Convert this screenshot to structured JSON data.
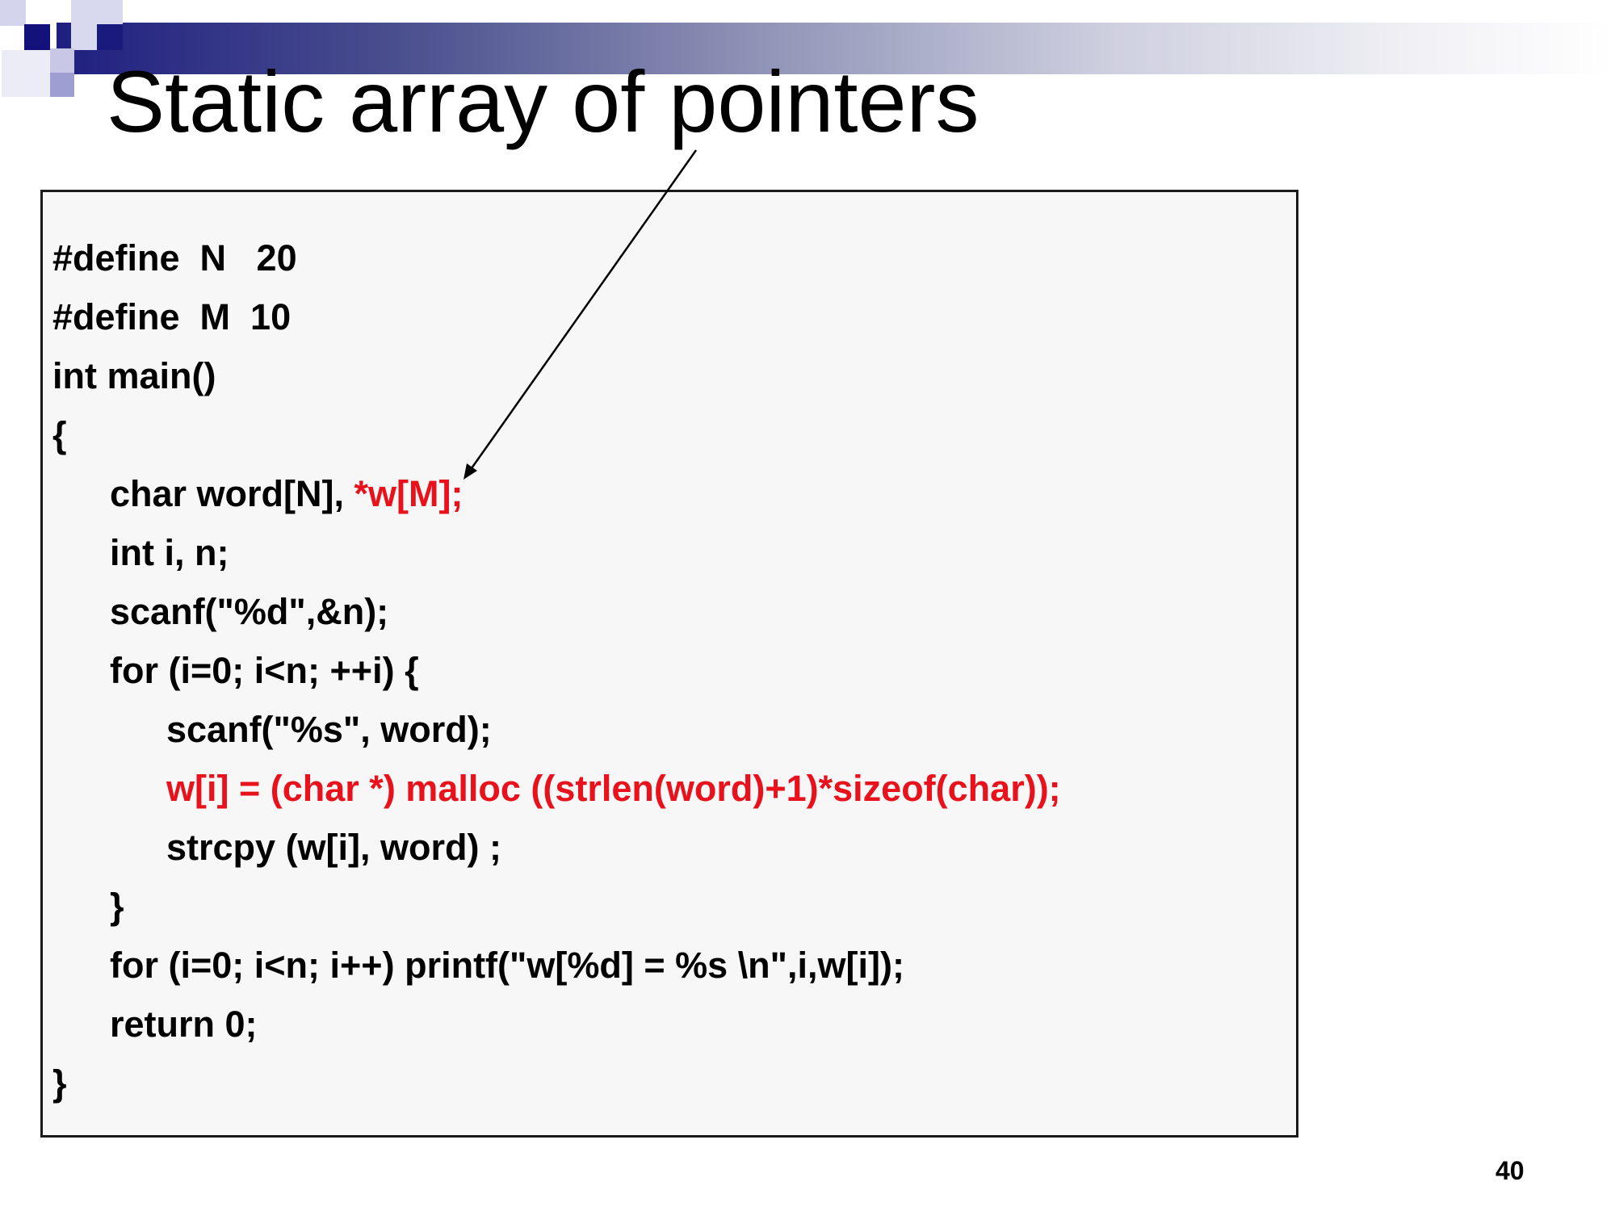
{
  "slide": {
    "title": "Static array of pointers",
    "page_number": "40",
    "colors": {
      "code_text": "#000000",
      "highlight": "#e8121c",
      "box_background": "#f7f7f7",
      "title_bar_dark": "#1f1f80"
    }
  },
  "code": {
    "line_01": "#define  N   20",
    "line_02": "#define  M  10",
    "line_03": "int main()",
    "line_04": "{",
    "line_05_a": "char word[N], ",
    "line_05_b": "*w[M];",
    "line_06": "int i, n;",
    "line_07": "scanf(\"%d\",&n);",
    "line_08": "for (i=0; i<n; ++i) {",
    "line_09": "scanf(\"%s\", word);",
    "line_10": "w[i] = (char *) malloc ((strlen(word)+1)*sizeof(char));",
    "line_11": "strcpy (w[i], word) ;",
    "line_12": "}",
    "line_13": "for (i=0; i<n; i++) printf(\"w[%d] = %s \\n\",i,w[i]);",
    "line_14": "return 0;",
    "line_15": "}"
  }
}
